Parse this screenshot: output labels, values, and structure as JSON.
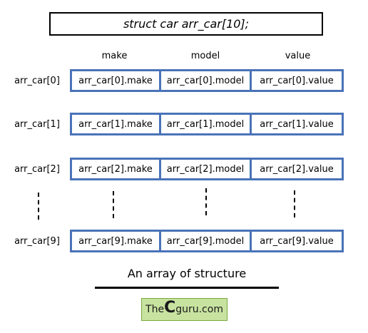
{
  "title": "struct car arr_car[10];",
  "columns": [
    "make",
    "model",
    "value"
  ],
  "rows": [
    {
      "label": "arr_car[0]",
      "cells": [
        "arr_car[0].make",
        "arr_car[0].model",
        "arr_car[0].value"
      ]
    },
    {
      "label": "arr_car[1]",
      "cells": [
        "arr_car[1].make",
        "arr_car[1].model",
        "arr_car[1].value"
      ]
    },
    {
      "label": "arr_car[2]",
      "cells": [
        "arr_car[2].make",
        "arr_car[2].model",
        "arr_car[2].value"
      ]
    },
    {
      "label": "arr_car[9]",
      "cells": [
        "arr_car[9].make",
        "arr_car[9].model",
        "arr_car[9].value"
      ]
    }
  ],
  "caption": "An array of structure",
  "logo": {
    "prefix": "The",
    "big": "C",
    "suffix": "guru.com"
  }
}
